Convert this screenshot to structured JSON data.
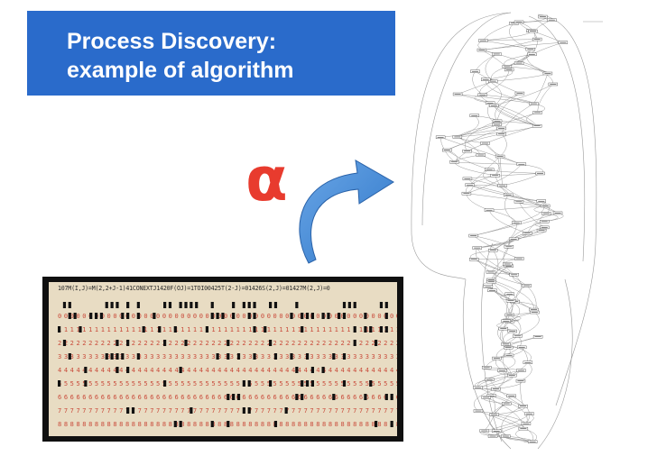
{
  "slide": {
    "title_line1": "Process Discovery:",
    "title_line2": "example of algorithm",
    "alpha_symbol": "α"
  },
  "punch_card": {
    "header_text": "107M(I,J)=M(2,2+J-1)41CONEXTJ1420F(OJ)=1TOI00425T(2-J)=01426S(2,J)=01427M(2,J)=0"
  },
  "colors": {
    "title_background": "#2a6bcb",
    "alpha_red": "#e83b2e",
    "arrow_blue": "#4a8fd8"
  },
  "icons": {
    "arrow": "curved-arrow-icon"
  }
}
